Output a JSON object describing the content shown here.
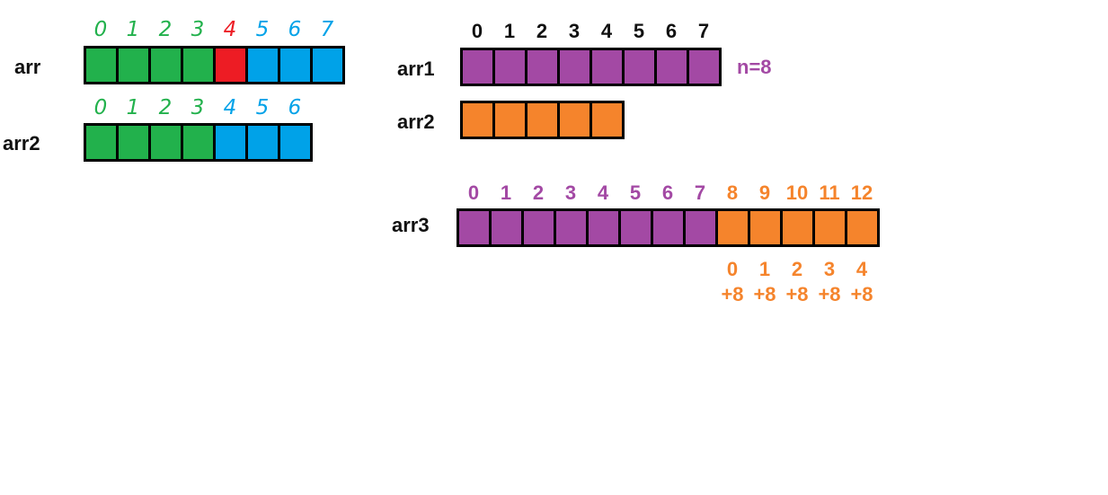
{
  "colors": {
    "green": "#22b14c",
    "red": "#ed1c24",
    "blue": "#00a2e8",
    "purple": "#a349a4",
    "orange": "#f5842c",
    "black": "#111111"
  },
  "left": {
    "arr": {
      "label": "arr",
      "indices": [
        "0",
        "1",
        "2",
        "3",
        "4",
        "5",
        "6",
        "7"
      ],
      "index_colors": [
        "green",
        "green",
        "green",
        "green",
        "red",
        "blue",
        "blue",
        "blue"
      ],
      "cell_colors": [
        "green",
        "green",
        "green",
        "green",
        "red",
        "blue",
        "blue",
        "blue"
      ]
    },
    "arr2": {
      "label": "arr2",
      "indices": [
        "0",
        "1",
        "2",
        "3",
        "4",
        "5",
        "6"
      ],
      "index_colors": [
        "green",
        "green",
        "green",
        "green",
        "blue",
        "blue",
        "blue"
      ],
      "cell_colors": [
        "green",
        "green",
        "green",
        "green",
        "blue",
        "blue",
        "blue"
      ]
    }
  },
  "right": {
    "arr1": {
      "label": "arr1",
      "indices": [
        "0",
        "1",
        "2",
        "3",
        "4",
        "5",
        "6",
        "7"
      ],
      "index_color": "black",
      "cell_colors": [
        "purple",
        "purple",
        "purple",
        "purple",
        "purple",
        "purple",
        "purple",
        "purple"
      ],
      "note": "n=8"
    },
    "arr2": {
      "label": "arr2",
      "cell_colors": [
        "orange",
        "orange",
        "orange",
        "orange",
        "orange"
      ]
    },
    "arr3": {
      "label": "arr3",
      "indices": [
        "0",
        "1",
        "2",
        "3",
        "4",
        "5",
        "6",
        "7",
        "8",
        "9",
        "10",
        "11",
        "12"
      ],
      "index_colors": [
        "purple",
        "purple",
        "purple",
        "purple",
        "purple",
        "purple",
        "purple",
        "purple",
        "orange",
        "orange",
        "orange",
        "orange",
        "orange"
      ],
      "cell_colors": [
        "purple",
        "purple",
        "purple",
        "purple",
        "purple",
        "purple",
        "purple",
        "purple",
        "orange",
        "orange",
        "orange",
        "orange",
        "orange"
      ],
      "offsets": [
        {
          "index": "0",
          "plus": "+8"
        },
        {
          "index": "1",
          "plus": "+8"
        },
        {
          "index": "2",
          "plus": "+8"
        },
        {
          "index": "3",
          "plus": "+8"
        },
        {
          "index": "4",
          "plus": "+8"
        }
      ]
    }
  }
}
